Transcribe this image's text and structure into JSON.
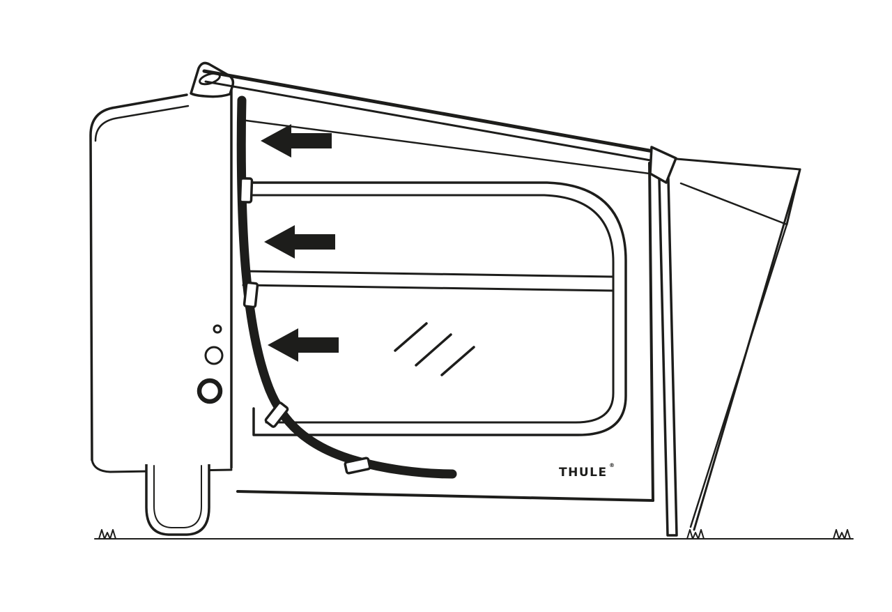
{
  "illustration": {
    "type": "instruction-line-drawing",
    "background_color": "#ffffff",
    "ink_color": "#1d1d1b",
    "brand": {
      "label": "THULE",
      "registered_mark": "®"
    },
    "arrows": {
      "glyph": "◀",
      "direction": "left",
      "count": 3
    }
  }
}
